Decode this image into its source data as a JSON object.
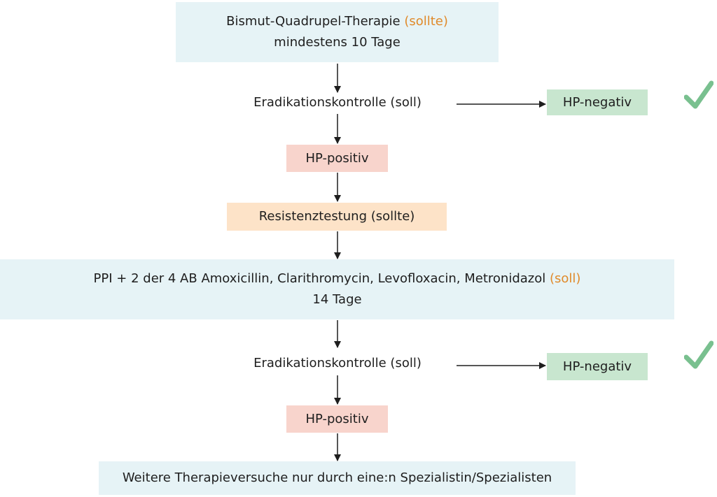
{
  "colors": {
    "info_box": "#e6f3f6",
    "positive_box": "#f8d4cc",
    "test_box": "#fde3c8",
    "negative_box": "#c8e6cf",
    "recommendation_accent": "#e08a2a",
    "check_mark": "#79c08f",
    "arrow": "#1e1e1e"
  },
  "step1": {
    "line1_text": "Bismut-Quadrupel-Therapie",
    "line1_grade": "(sollte)",
    "line2": "mindestens 10 Tage"
  },
  "control1": {
    "label": "Eradikationskontrolle (soll)",
    "negative_result": "HP-negativ",
    "negative_icon": "check-icon"
  },
  "positive1": {
    "label": "HP-positiv"
  },
  "resistance_test": {
    "label": "Resistenztestung (sollte)"
  },
  "step2": {
    "line1_text": "PPI + 2 der 4 AB Amoxicillin, Clarithromycin, Levofloxacin, Metronidazol",
    "line1_grade": "(soll)",
    "line2": "14 Tage"
  },
  "control2": {
    "label": "Eradikationskontrolle (soll)",
    "negative_result": "HP-negativ",
    "negative_icon": "check-icon"
  },
  "positive2": {
    "label": "HP-positiv"
  },
  "final_step": {
    "label": "Weitere Therapieversuche nur durch eine:n Spezialistin/Spezialisten"
  }
}
